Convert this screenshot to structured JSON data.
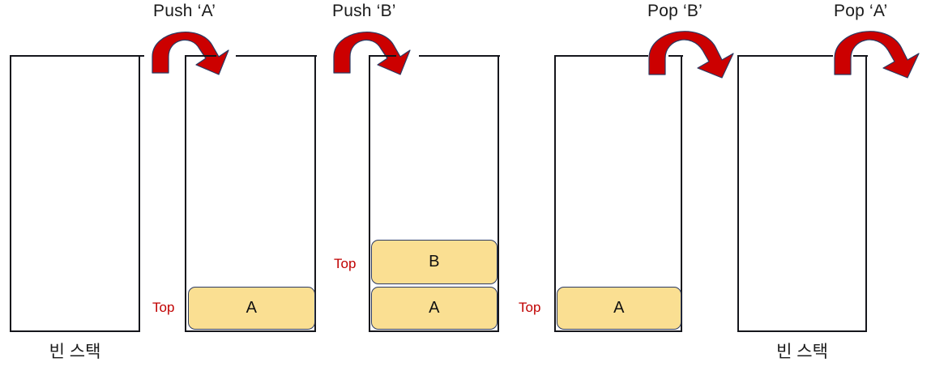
{
  "diagram": {
    "title": "Stack push and pop operation sequence",
    "colors": {
      "block_fill": "#FADF92",
      "block_stroke": "#2B3A62",
      "container_stroke": "#15161C",
      "arrow_fill": "#CC0000",
      "arrow_stroke": "#2B3A62",
      "top_label_color": "#C00000",
      "text_color": "#1A1A1A",
      "background": "#FFFFFF"
    },
    "stacks": [
      {
        "id": "stack-1",
        "caption": "빈 스택",
        "top_label": "",
        "cells": []
      },
      {
        "id": "stack-2",
        "caption": "",
        "top_label": "Top",
        "cells": [
          {
            "value": "A"
          }
        ]
      },
      {
        "id": "stack-3",
        "caption": "",
        "top_label": "Top",
        "cells": [
          {
            "value": "B"
          },
          {
            "value": "A"
          }
        ]
      },
      {
        "id": "stack-4",
        "caption": "",
        "top_label": "Top",
        "cells": [
          {
            "value": "A"
          }
        ]
      },
      {
        "id": "stack-5",
        "caption": "빈 스택",
        "top_label": "",
        "cells": []
      }
    ],
    "operations": [
      {
        "id": "op-1",
        "label": "Push ‘A’",
        "kind": "push",
        "icon": "curved-arrow-into-stack-icon"
      },
      {
        "id": "op-2",
        "label": "Push ‘B’",
        "kind": "push",
        "icon": "curved-arrow-into-stack-icon"
      },
      {
        "id": "op-3",
        "label": "Pop ‘B’",
        "kind": "pop",
        "icon": "curved-arrow-out-of-stack-icon"
      },
      {
        "id": "op-4",
        "label": "Pop ‘A’",
        "kind": "pop",
        "icon": "curved-arrow-out-of-stack-icon"
      }
    ]
  }
}
